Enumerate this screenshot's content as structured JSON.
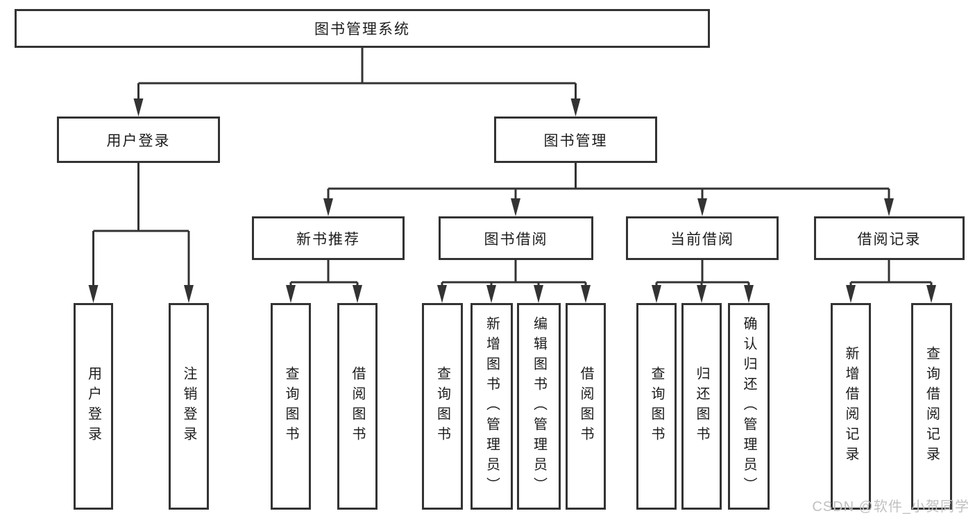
{
  "diagram": {
    "root": {
      "label": "图书管理系统"
    },
    "level2": [
      {
        "label": "用户登录"
      },
      {
        "label": "图书管理"
      }
    ],
    "level3": [
      {
        "label": "新书推荐"
      },
      {
        "label": "图书借阅"
      },
      {
        "label": "当前借阅"
      },
      {
        "label": "借阅记录"
      }
    ],
    "leaves": [
      {
        "label": "用户登录"
      },
      {
        "label": "注销登录"
      },
      {
        "label": "查询图书"
      },
      {
        "label": "借阅图书"
      },
      {
        "label": "查询图书"
      },
      {
        "label": "新增图书（管理员）"
      },
      {
        "label": "编辑图书（管理员）"
      },
      {
        "label": "借阅图书"
      },
      {
        "label": "查询图书"
      },
      {
        "label": "归还图书"
      },
      {
        "label": "确认归还（管理员）"
      },
      {
        "label": "新增借阅记录"
      },
      {
        "label": "查询借阅记录"
      }
    ],
    "colors": {
      "line": "#333333",
      "border": "#333333",
      "text": "#1c1c1c",
      "background": "#ffffff",
      "watermark": "#c0c0c0"
    },
    "watermark": "CSDN @软件_小贺同学"
  }
}
